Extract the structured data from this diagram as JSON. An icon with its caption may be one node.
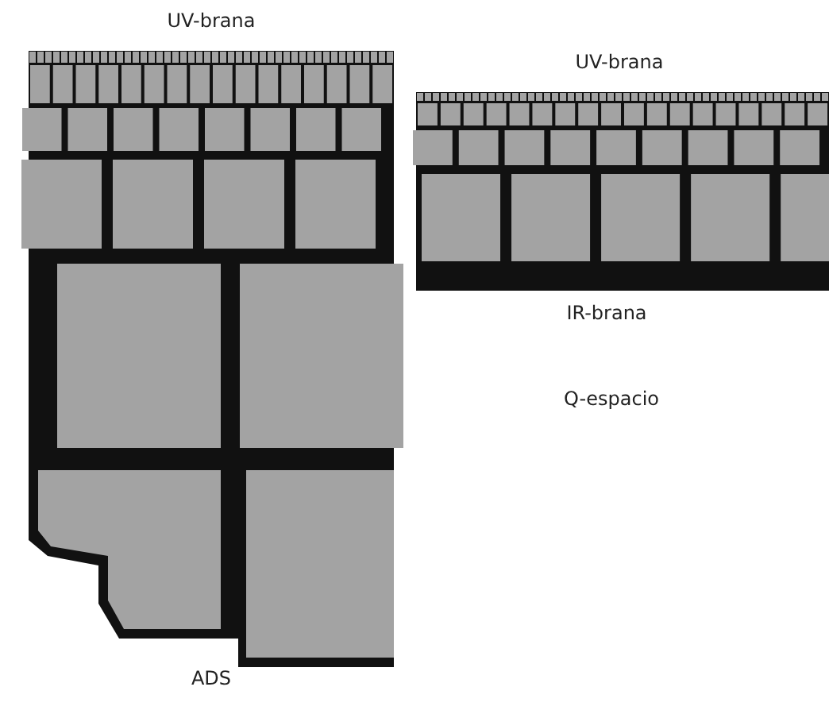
{
  "diagram": {
    "labels": [
      "UV-brana",
      "UV-brana",
      "IR-brana",
      "Q-espacio",
      "ADS"
    ]
  }
}
